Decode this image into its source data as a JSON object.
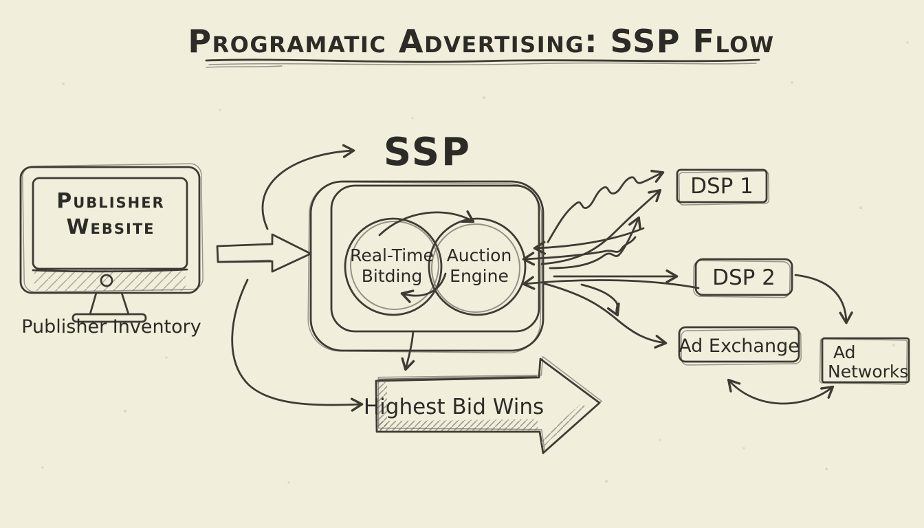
{
  "title": {
    "text": "Programatic Advertising: SSP Flow"
  },
  "publisher": {
    "label_line1": "Publisher",
    "label_line2": "Website",
    "caption": "Publisher Inventory"
  },
  "ssp": {
    "label": "SSP",
    "circle_left_line1": "Real-Time",
    "circle_left_line2": "Bitding",
    "circle_right_line1": "Auction",
    "circle_right_line2": "Engine"
  },
  "targets": {
    "dsp1": "DSP 1",
    "dsp2": "DSP 2",
    "ad_exchange": "Ad Exchange",
    "ad_networks_line1": "Ad",
    "ad_networks_line2": "Networks"
  },
  "banner": {
    "text": "Highest Bid Wins"
  },
  "colors": {
    "paper": "#f2eedc",
    "ink": "#3e3b33",
    "ink_strong": "#2d2b26",
    "ink_soft": "#6e685c",
    "hatch": "#7b756e"
  }
}
